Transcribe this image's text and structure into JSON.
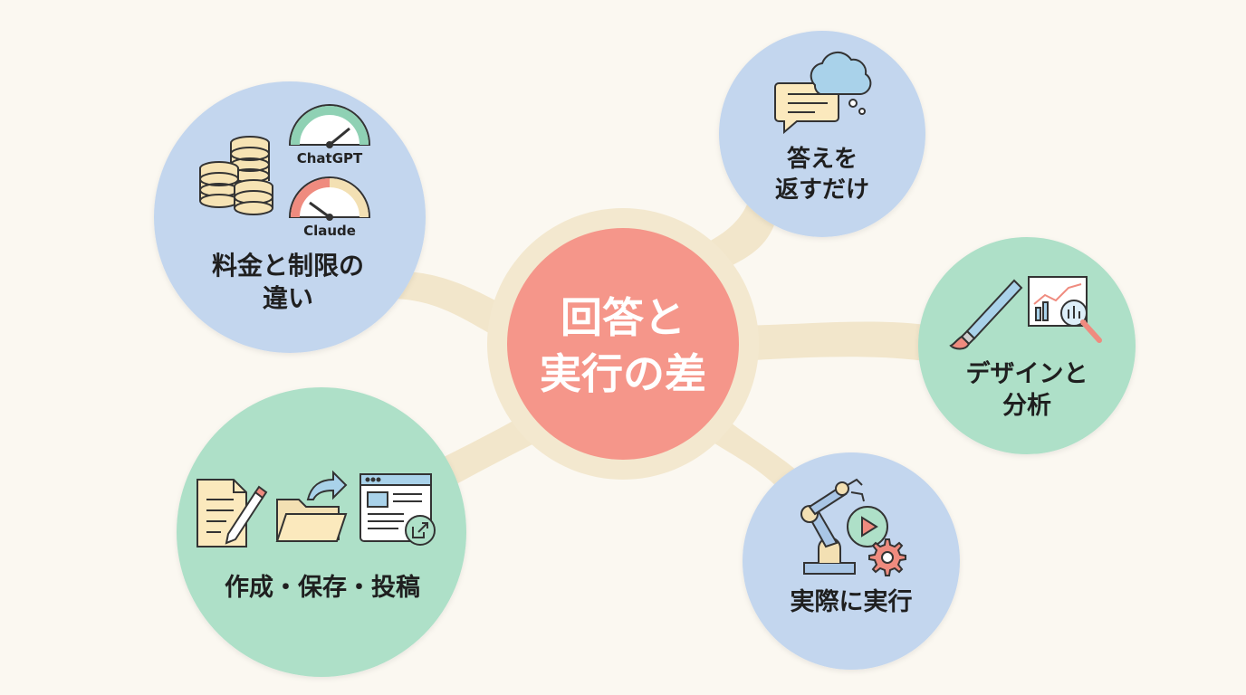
{
  "center": {
    "line1": "回答と",
    "line2": "実行の差"
  },
  "nodes": {
    "pricing": {
      "line1": "料金と制限の",
      "line2": "違い",
      "gauge_top": "ChatGPT",
      "gauge_bottom": "Claude"
    },
    "answers": {
      "line1": "答えを",
      "line2": "返すだけ"
    },
    "design": {
      "line1": "デザインと",
      "line2": "分析"
    },
    "execute": {
      "line1": "実際に実行"
    },
    "create": {
      "line1": "作成・保存・投稿"
    }
  },
  "colors": {
    "background": "#fbf8f1",
    "center": "#f5968a",
    "blue_node": "#c3d6ee",
    "green_node": "#aee0c8",
    "connector": "#f2e6cb"
  }
}
